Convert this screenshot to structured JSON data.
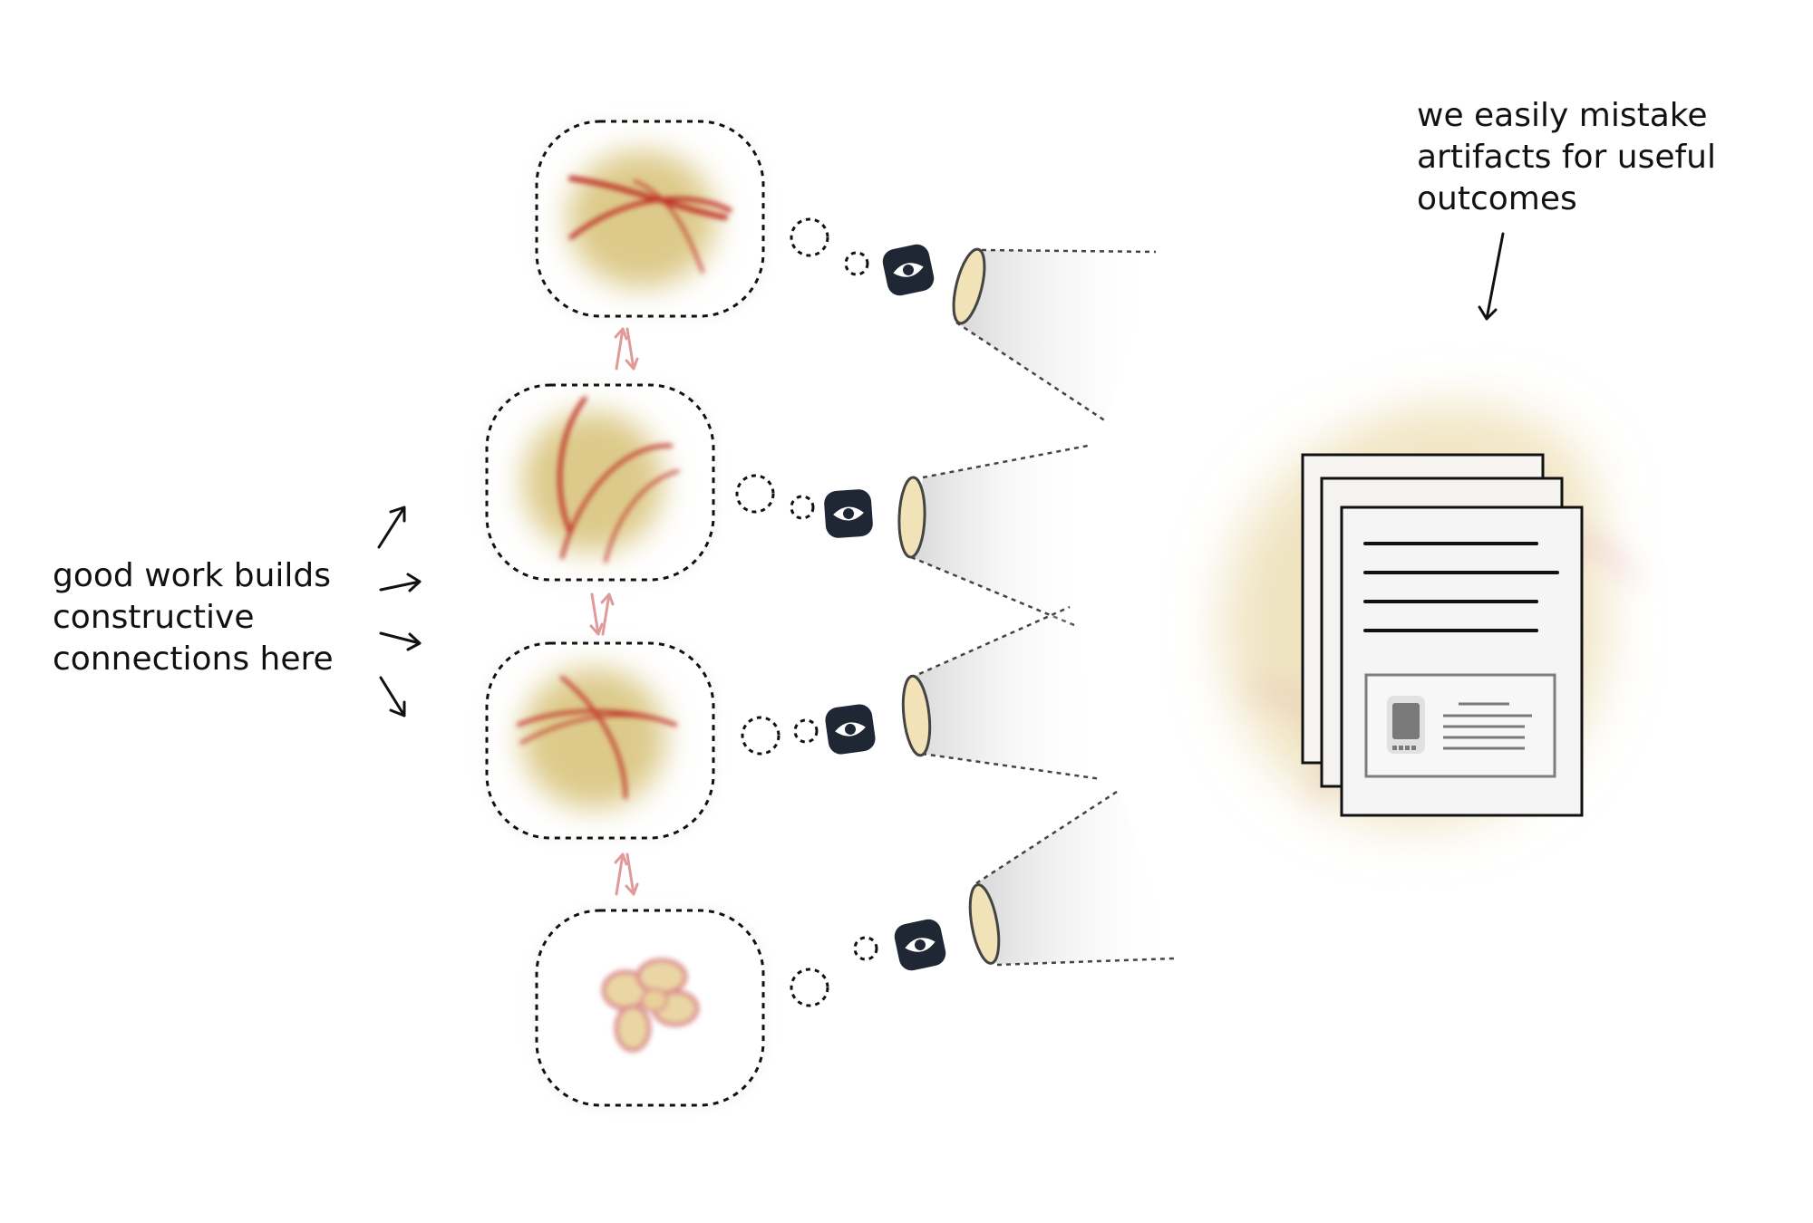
{
  "annotations": {
    "left": [
      "good work builds",
      "constructive",
      "connections here"
    ],
    "right": [
      "we easily mistake",
      "artifacts for useful",
      "outcomes"
    ]
  },
  "nodes": [
    {
      "id": "node-1",
      "state": "connected-thoughts"
    },
    {
      "id": "node-2",
      "state": "connected-thoughts"
    },
    {
      "id": "node-3",
      "state": "connected-thoughts"
    },
    {
      "id": "node-4",
      "state": "scattered-blob"
    }
  ],
  "icons": [
    "eye-icon",
    "spotlight-icon",
    "document-stack-icon",
    "phone-icon",
    "arrow-icon",
    "swap-arrows-icon"
  ],
  "colors": {
    "blob": "#ddca8a",
    "thread": "#c0392b",
    "swap_arrows": "#e09a9a",
    "eye_badge": "#1e2733",
    "lens": "#f1e2b8",
    "ink": "#111111"
  }
}
